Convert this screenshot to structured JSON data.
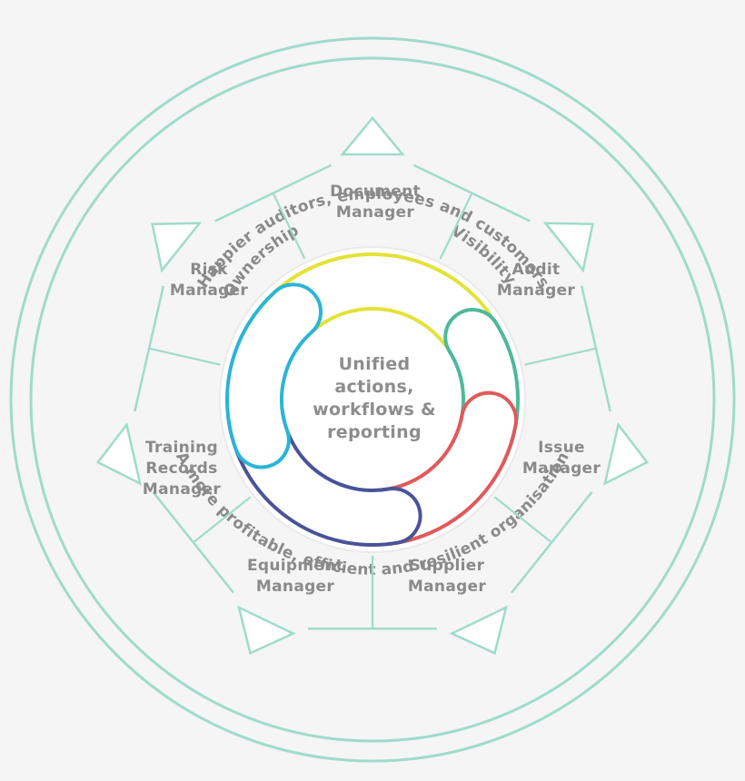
{
  "colors": {
    "background": "#f5f5f5",
    "ring": "#9fdbcb",
    "label": "#8a8a8a",
    "yellow": "#e3e238",
    "teal": "#4db99a",
    "red": "#e05a5c",
    "navy": "#4a5399",
    "cyan": "#2bb5d6"
  },
  "outer_texts": {
    "top": "Happier auditors, employees and customers",
    "bottom": "A more profitable, efficient and resilient organisation"
  },
  "ring_texts": {
    "ownership": "Ownership",
    "visibility": "Visibility"
  },
  "center": {
    "line1": "Unified",
    "line2": "actions,",
    "line3": "workflows &",
    "line4": "reporting"
  },
  "modules": [
    {
      "line1": "Document",
      "line2": "Manager",
      "line3": ""
    },
    {
      "line1": "Audit",
      "line2": "Manager",
      "line3": ""
    },
    {
      "line1": "Issue",
      "line2": "Manager",
      "line3": ""
    },
    {
      "line1": "Supplier",
      "line2": "Manager",
      "line3": ""
    },
    {
      "line1": "Equipment",
      "line2": "Manager",
      "line3": ""
    },
    {
      "line1": "Training",
      "line2": "Records",
      "line3": "Manager"
    },
    {
      "line1": "Risk",
      "line2": "Manager",
      "line3": ""
    }
  ]
}
